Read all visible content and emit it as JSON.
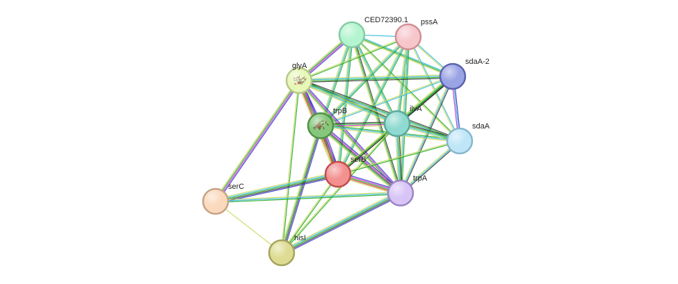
{
  "nodes": [
    {
      "id": "CED72390.1",
      "label": "CED72390.1",
      "fill": "#b3f5cf",
      "stroke": "#86c9a4"
    },
    {
      "id": "pssA",
      "label": "pssA",
      "fill": "#f6c6cb",
      "stroke": "#cf8f95"
    },
    {
      "id": "sdaA-2",
      "label": "sdaA-2",
      "fill": "#9aa3e4",
      "stroke": "#5a62ad"
    },
    {
      "id": "glyA",
      "label": "glyA",
      "fill": "#e7f7b8",
      "stroke": "#b6c98a",
      "texture": true
    },
    {
      "id": "trpB",
      "label": "trpB",
      "fill": "#86c77c",
      "stroke": "#4f9146",
      "texture": true
    },
    {
      "id": "ilvA",
      "label": "ilvA",
      "fill": "#8fdad0",
      "stroke": "#5aa89d"
    },
    {
      "id": "sdaA",
      "label": "sdaA",
      "fill": "#bfe6f8",
      "stroke": "#86b6cc"
    },
    {
      "id": "serB",
      "label": "serB",
      "fill": "#f39090",
      "stroke": "#c14c4c"
    },
    {
      "id": "trpA",
      "label": "trpA",
      "fill": "#d8c4f7",
      "stroke": "#9a84c4"
    },
    {
      "id": "serC",
      "label": "serC",
      "fill": "#fad9bd",
      "stroke": "#c7a284"
    },
    {
      "id": "hisI",
      "label": "hisI",
      "fill": "#dedc93",
      "stroke": "#a5a35b"
    }
  ],
  "edges": [
    {
      "source": "CED72390.1",
      "target": "pssA",
      "colors": [
        "#30b8d8"
      ]
    },
    {
      "source": "CED72390.1",
      "target": "glyA",
      "colors": [
        "#3333cc",
        "#cc33cc",
        "#22aa22",
        "#c8d860"
      ]
    },
    {
      "source": "CED72390.1",
      "target": "sdaA-2",
      "colors": [
        "#30b8d8",
        "#22aa22",
        "#c8d860"
      ]
    },
    {
      "source": "CED72390.1",
      "target": "trpB",
      "colors": [
        "#22aa22",
        "#30b8d8",
        "#c8d860"
      ]
    },
    {
      "source": "CED72390.1",
      "target": "ilvA",
      "colors": [
        "#22aa22",
        "#30b8d8",
        "#c8d860"
      ]
    },
    {
      "source": "CED72390.1",
      "target": "sdaA",
      "colors": [
        "#22aa22",
        "#c8d860"
      ]
    },
    {
      "source": "CED72390.1",
      "target": "serB",
      "colors": [
        "#22aa22",
        "#30b8d8",
        "#c8d860"
      ]
    },
    {
      "source": "CED72390.1",
      "target": "trpA",
      "colors": [
        "#333333",
        "#22aa22",
        "#c8d860"
      ]
    },
    {
      "source": "pssA",
      "target": "glyA",
      "colors": [
        "#22aa22",
        "#c8d860"
      ]
    },
    {
      "source": "pssA",
      "target": "sdaA-2",
      "colors": [
        "#30b8d8",
        "#c8d860"
      ]
    },
    {
      "source": "pssA",
      "target": "trpB",
      "colors": [
        "#22aa22",
        "#30b8d8",
        "#c8d860"
      ]
    },
    {
      "source": "pssA",
      "target": "ilvA",
      "colors": [
        "#22aa22",
        "#30b8d8",
        "#c8d860"
      ]
    },
    {
      "source": "pssA",
      "target": "sdaA",
      "colors": [
        "#30b8d8",
        "#c8d860"
      ]
    },
    {
      "source": "pssA",
      "target": "serB",
      "colors": [
        "#22aa22",
        "#30b8d8",
        "#c8d860"
      ]
    },
    {
      "source": "pssA",
      "target": "trpA",
      "colors": [
        "#22aa22",
        "#30b8d8",
        "#c8d860"
      ]
    },
    {
      "source": "sdaA-2",
      "target": "glyA",
      "colors": [
        "#333333",
        "#22aa22",
        "#30b8d8",
        "#c8d860"
      ]
    },
    {
      "source": "sdaA-2",
      "target": "trpB",
      "colors": [
        "#30b8d8",
        "#c8d860"
      ]
    },
    {
      "source": "sdaA-2",
      "target": "ilvA",
      "colors": [
        "#333333",
        "#22aa22",
        "#30b8d8",
        "#c8d860"
      ]
    },
    {
      "source": "sdaA-2",
      "target": "sdaA",
      "colors": [
        "#3333cc",
        "#30b8d8",
        "#cc33cc"
      ]
    },
    {
      "source": "sdaA-2",
      "target": "serB",
      "colors": [
        "#333333",
        "#22aa22",
        "#c8d860"
      ]
    },
    {
      "source": "sdaA-2",
      "target": "trpA",
      "colors": [
        "#333333",
        "#30b8d8",
        "#c8d860"
      ]
    },
    {
      "source": "glyA",
      "target": "trpB",
      "colors": [
        "#3333cc",
        "#cc33cc",
        "#22aa22",
        "#c8d860"
      ]
    },
    {
      "source": "glyA",
      "target": "ilvA",
      "colors": [
        "#333333",
        "#22aa22",
        "#30b8d8",
        "#c8d860"
      ]
    },
    {
      "source": "glyA",
      "target": "sdaA",
      "colors": [
        "#333333",
        "#22aa22",
        "#30b8d8",
        "#c8d860"
      ]
    },
    {
      "source": "glyA",
      "target": "serB",
      "colors": [
        "#3333cc",
        "#cc33cc",
        "#22aa22",
        "#e03030",
        "#c8d860"
      ]
    },
    {
      "source": "glyA",
      "target": "trpA",
      "colors": [
        "#3333cc",
        "#cc33cc",
        "#22aa22",
        "#c8d860"
      ]
    },
    {
      "source": "glyA",
      "target": "serC",
      "colors": [
        "#3333cc",
        "#cc33cc",
        "#22aa22",
        "#c8d860"
      ]
    },
    {
      "source": "glyA",
      "target": "hisI",
      "colors": [
        "#22aa22",
        "#c8d860"
      ]
    },
    {
      "source": "trpB",
      "target": "ilvA",
      "colors": [
        "#333333",
        "#22aa22",
        "#cc33cc",
        "#c8d860"
      ]
    },
    {
      "source": "trpB",
      "target": "sdaA",
      "colors": [
        "#22aa22",
        "#30b8d8",
        "#c8d860"
      ]
    },
    {
      "source": "trpB",
      "target": "serB",
      "colors": [
        "#3333cc",
        "#cc33cc",
        "#22aa22",
        "#e03030",
        "#c8d860"
      ]
    },
    {
      "source": "trpB",
      "target": "trpA",
      "colors": [
        "#3333cc",
        "#cc33cc",
        "#333333",
        "#22aa22",
        "#c8d860"
      ]
    },
    {
      "source": "trpB",
      "target": "hisI",
      "colors": [
        "#3333cc",
        "#333333",
        "#22aa22",
        "#c8d860"
      ]
    },
    {
      "source": "ilvA",
      "target": "sdaA",
      "colors": [
        "#333333",
        "#22aa22",
        "#30b8d8",
        "#c8d860"
      ]
    },
    {
      "source": "ilvA",
      "target": "serB",
      "colors": [
        "#333333",
        "#22aa22",
        "#c8d860"
      ]
    },
    {
      "source": "ilvA",
      "target": "trpA",
      "colors": [
        "#333333",
        "#22aa22",
        "#30b8d8",
        "#c8d860"
      ]
    },
    {
      "source": "ilvA",
      "target": "hisI",
      "colors": [
        "#22aa22",
        "#c8d860"
      ]
    },
    {
      "source": "sdaA",
      "target": "serB",
      "colors": [
        "#22aa22",
        "#c8d860"
      ]
    },
    {
      "source": "sdaA",
      "target": "trpA",
      "colors": [
        "#333333",
        "#30b8d8",
        "#c8d860"
      ]
    },
    {
      "source": "serB",
      "target": "trpA",
      "colors": [
        "#3333cc",
        "#cc33cc",
        "#22aa22",
        "#e03030",
        "#c8d860"
      ]
    },
    {
      "source": "serB",
      "target": "serC",
      "colors": [
        "#3333cc",
        "#333333",
        "#22aa22",
        "#30b8d8",
        "#c8d860"
      ]
    },
    {
      "source": "serB",
      "target": "hisI",
      "colors": [
        "#22aa22",
        "#c8d860"
      ]
    },
    {
      "source": "trpA",
      "target": "serC",
      "colors": [
        "#22aa22",
        "#30b8d8",
        "#c8d860"
      ]
    },
    {
      "source": "trpA",
      "target": "hisI",
      "colors": [
        "#3333cc",
        "#333333",
        "#22aa22",
        "#30b8d8",
        "#c8d860"
      ]
    },
    {
      "source": "serC",
      "target": "hisI",
      "colors": [
        "#c8d860"
      ]
    }
  ]
}
